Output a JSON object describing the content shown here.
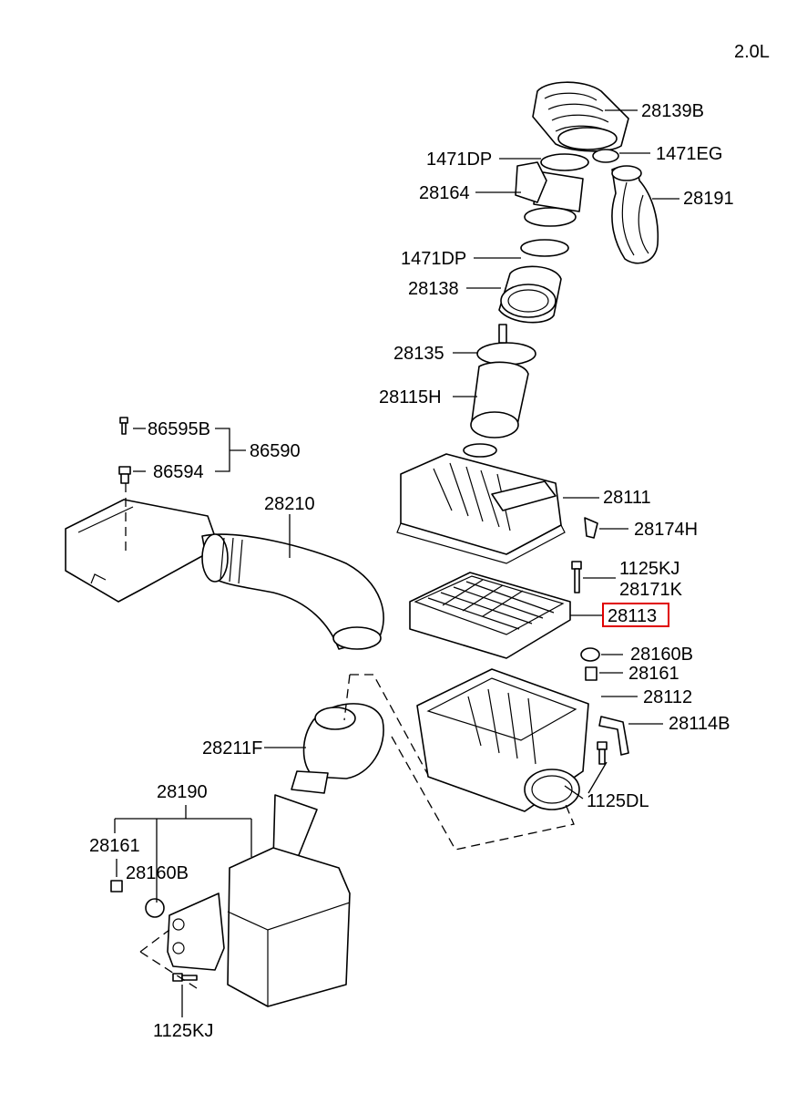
{
  "engine": "2.0L",
  "labels": {
    "l_28139B": "28139B",
    "l_1471EG": "1471EG",
    "l_1471DP_a": "1471DP",
    "l_28164": "28164",
    "l_28191": "28191",
    "l_1471DP_b": "1471DP",
    "l_28138": "28138",
    "l_28135": "28135",
    "l_28115H": "28115H",
    "l_86595B": "86595B",
    "l_86590": "86590",
    "l_86594": "86594",
    "l_28210": "28210",
    "l_28111": "28111",
    "l_28174H": "28174H",
    "l_1125KJ_a": "1125KJ",
    "l_28171K": "28171K",
    "l_28113": "28113",
    "l_28160B_a": "28160B",
    "l_28161_a": "28161",
    "l_28112": "28112",
    "l_28114B": "28114B",
    "l_28211F": "28211F",
    "l_1125DL": "1125DL",
    "l_28190": "28190",
    "l_28161_b": "28161",
    "l_28160B_b": "28160B",
    "l_1125KJ_b": "1125KJ"
  },
  "highlight": {
    "part": "28113",
    "color": "#e00000"
  }
}
